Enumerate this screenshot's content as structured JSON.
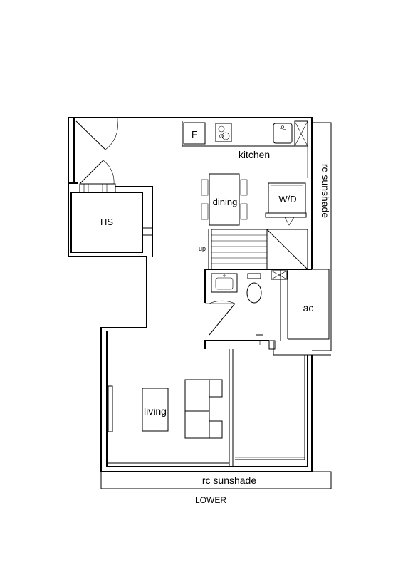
{
  "plan": {
    "rooms": {
      "kitchen": "kitchen",
      "dining": "dining",
      "hs": "HS",
      "wd": "W/D",
      "ac": "ac",
      "living": "living",
      "fridge": "F",
      "stair_up": "up"
    },
    "sunshades": {
      "right": "rc sunshade",
      "bottom": "rc sunshade"
    },
    "level": "LOWER"
  }
}
